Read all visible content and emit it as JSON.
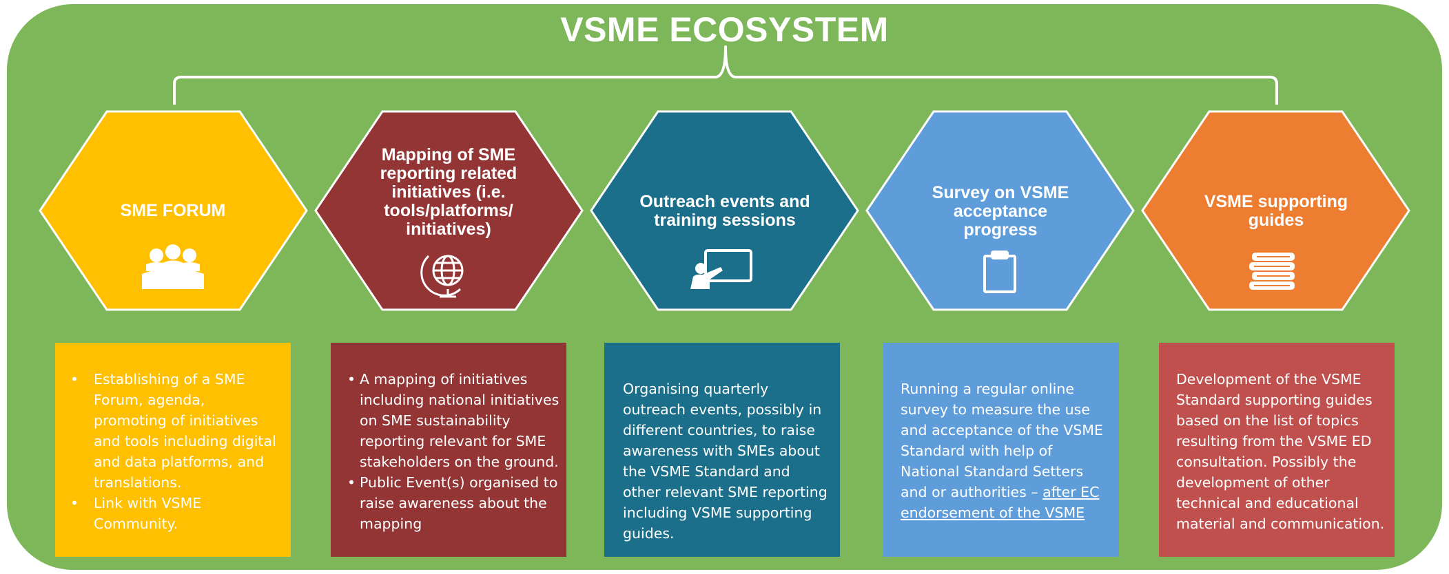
{
  "title": "VSME ECOSYSTEM",
  "colors": {
    "background": "#7db75a",
    "sme_forum": "#fec000",
    "mapping": "#943535",
    "outreach": "#1b6f8a",
    "survey": "#5e9dd9",
    "guides": "#ec7d31",
    "guides_box": "#c0504d"
  },
  "pillars": [
    {
      "title": "SME FORUM",
      "icon": "group-meeting-icon",
      "bullets": [
        "Establishing of a SME Forum, agenda, promoting of initiatives and tools including digital and data platforms, and translations.",
        "Link with VSME Community."
      ]
    },
    {
      "title": "Mapping of SME reporting related initiatives (i.e. tools/platforms/ initiatives)",
      "icon": "globe-icon",
      "bullets": [
        "A mapping of initiatives including national initiatives on SME sustainability reporting relevant for SME stakeholders on the ground.",
        "Public Event(s) organised to raise awareness about the mapping"
      ]
    },
    {
      "title": "Outreach events and training sessions",
      "icon": "presentation-icon",
      "text": "Organising quarterly outreach events, possibly in different countries, to raise awareness with SMEs about the VSME Standard and other relevant SME reporting including VSME supporting guides."
    },
    {
      "title": "Survey on VSME acceptance progress",
      "icon": "clipboard-icon",
      "text": "Running a regular online survey to measure the use and acceptance of the VSME Standard with help of National Standard Setters and or authorities – ",
      "text_underlined": "after EC endorsement of the VSME"
    },
    {
      "title": "VSME supporting guides",
      "icon": "books-icon",
      "text": "Development of the VSME Standard supporting guides based on the list of topics resulting from the VSME ED consultation. Possibly the development of other technical and educational material and communication."
    }
  ]
}
